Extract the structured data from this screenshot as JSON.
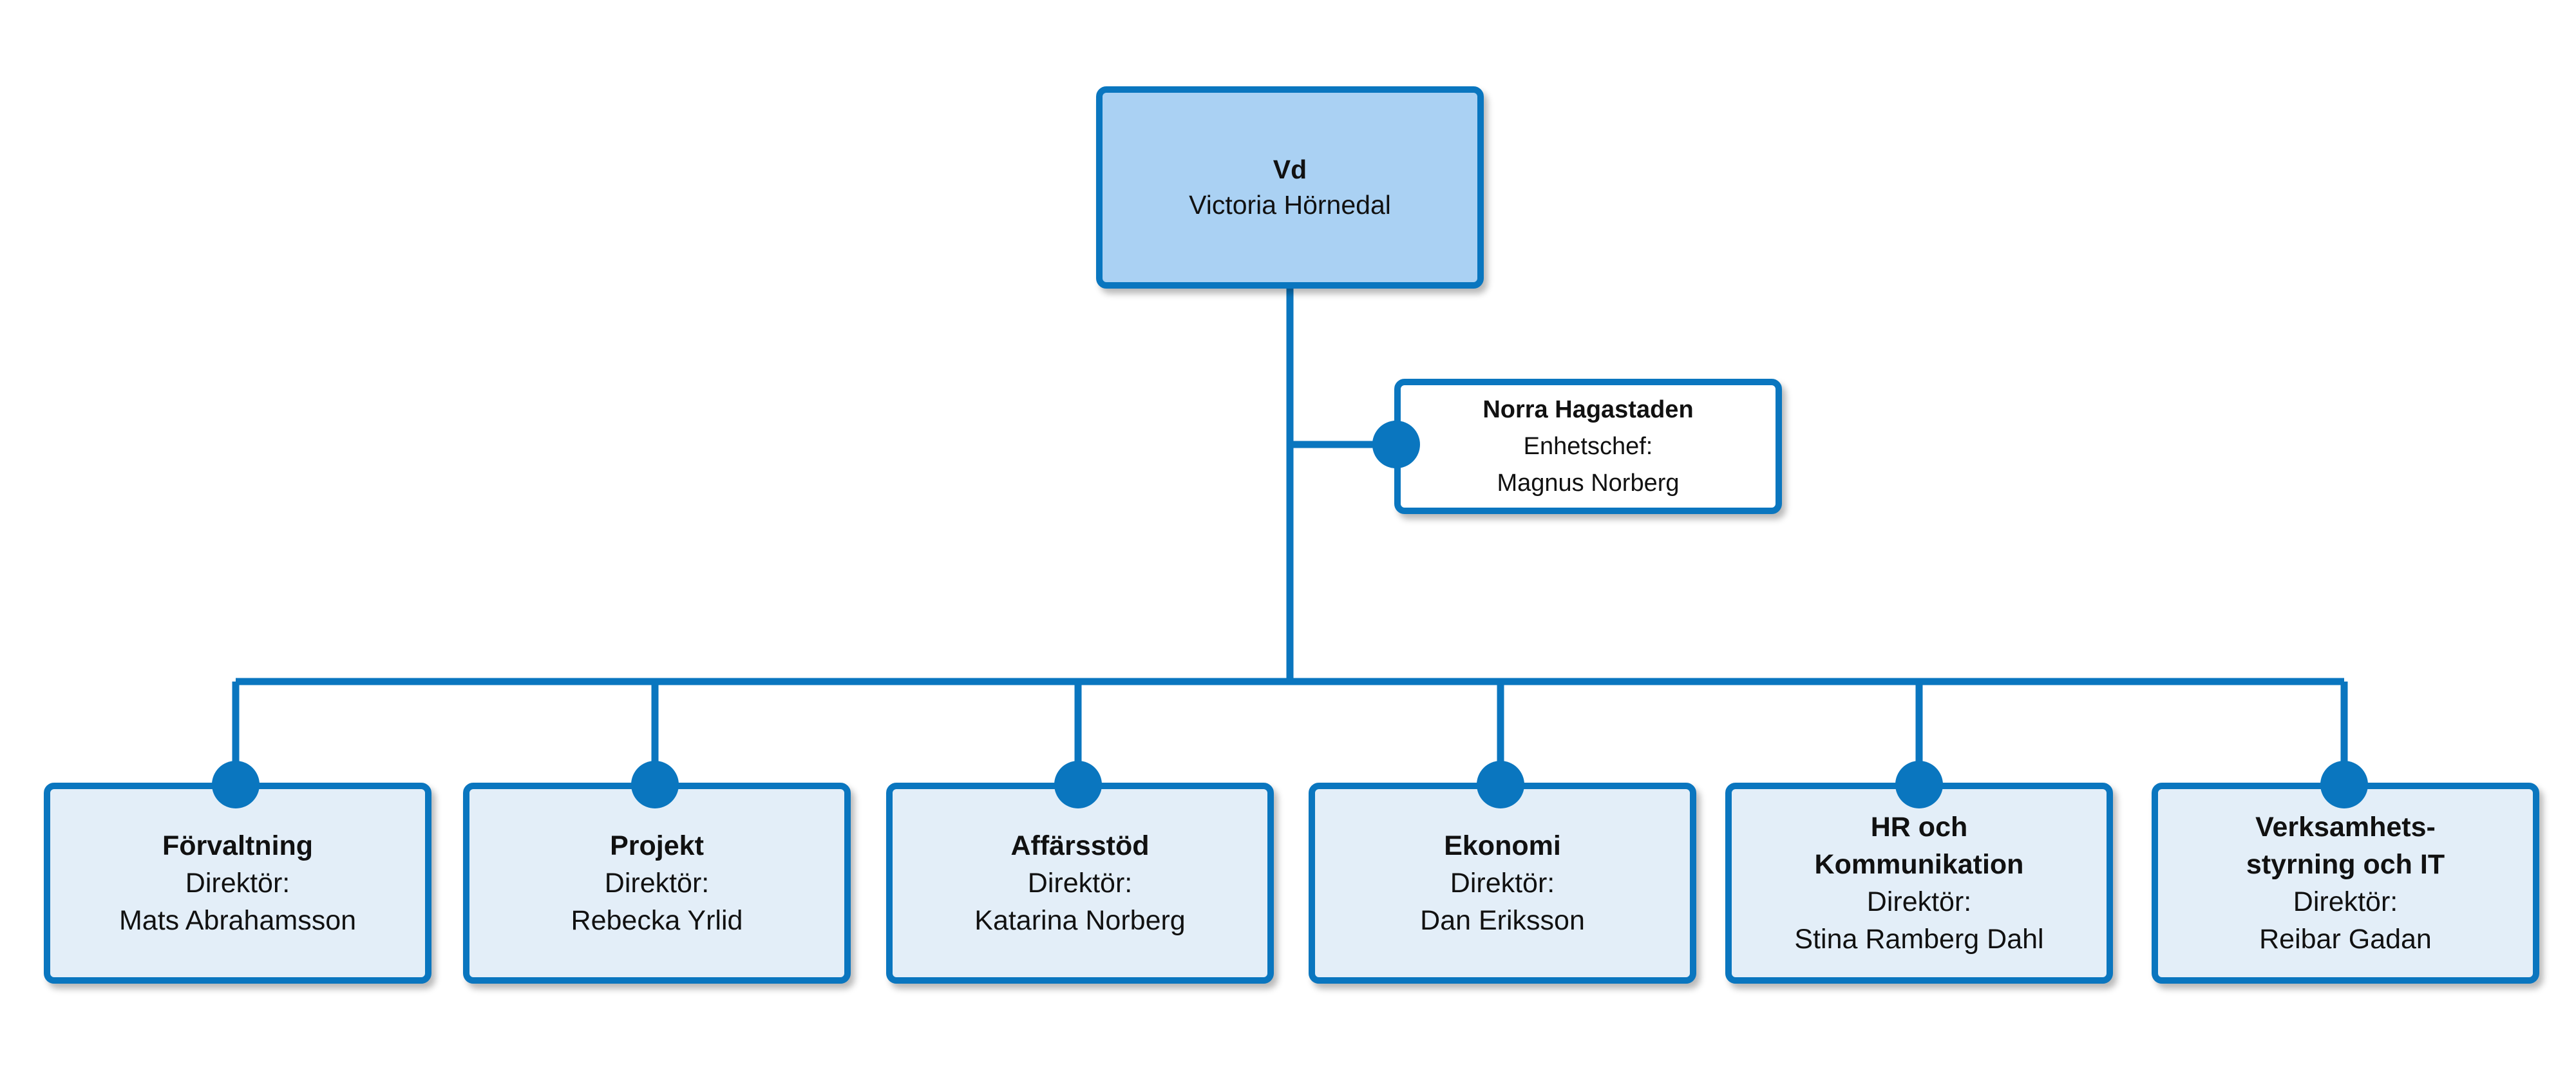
{
  "colors": {
    "line": "#0a76bf",
    "ceo_fill": "#aad1f3",
    "department_fill": "#e3eef8",
    "unit_fill": "#ffffff"
  },
  "ceo": {
    "title": "Vd",
    "name": "Victoria Hörnedal"
  },
  "unit": {
    "title": "Norra Hagastaden",
    "role": "Enhetschef:",
    "name": "Magnus Norberg"
  },
  "departments": [
    {
      "title": "Förvaltning",
      "role": "Direktör:",
      "name": "Mats Abrahamsson"
    },
    {
      "title": "Projekt",
      "role": "Direktör:",
      "name": "Rebecka Yrlid"
    },
    {
      "title": "Affärsstöd",
      "role": "Direktör:",
      "name": "Katarina Norberg"
    },
    {
      "title": "Ekonomi",
      "role": "Direktör:",
      "name": "Dan Eriksson"
    },
    {
      "title": "HR och\nKommunikation",
      "role": "Direktör:",
      "name": "Stina Ramberg Dahl"
    },
    {
      "title": "Verksamhets-\nstyrning och IT",
      "role": "Direktör:",
      "name": "Reibar Gadan"
    }
  ]
}
